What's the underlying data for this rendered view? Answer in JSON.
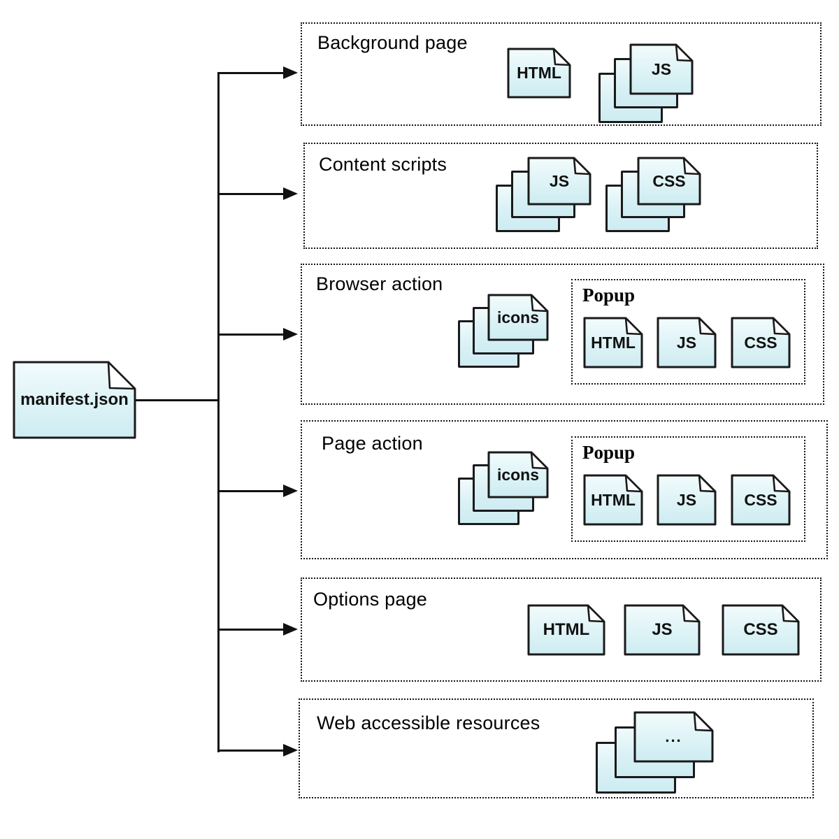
{
  "root": {
    "label": "manifest.json"
  },
  "sections": {
    "background": {
      "title": "Background page",
      "html": "HTML",
      "js": "JS"
    },
    "content": {
      "title": "Content scripts",
      "js": "JS",
      "css": "CSS"
    },
    "browser_action": {
      "title": "Browser action",
      "icons": "icons",
      "popup": {
        "title": "Popup",
        "html": "HTML",
        "js": "JS",
        "css": "CSS"
      }
    },
    "page_action": {
      "title": "Page action",
      "icons": "icons",
      "popup": {
        "title": "Popup",
        "html": "HTML",
        "js": "JS",
        "css": "CSS"
      }
    },
    "options": {
      "title": "Options page",
      "html": "HTML",
      "js": "JS",
      "css": "CSS"
    },
    "web_accessible": {
      "title": "Web accessible resources",
      "files": "..."
    }
  },
  "colors": {
    "doc_fill_top": "#f0fafc",
    "doc_fill_bottom": "#cdecf2",
    "doc_border": "#1a1a1a",
    "line": "#111111"
  }
}
